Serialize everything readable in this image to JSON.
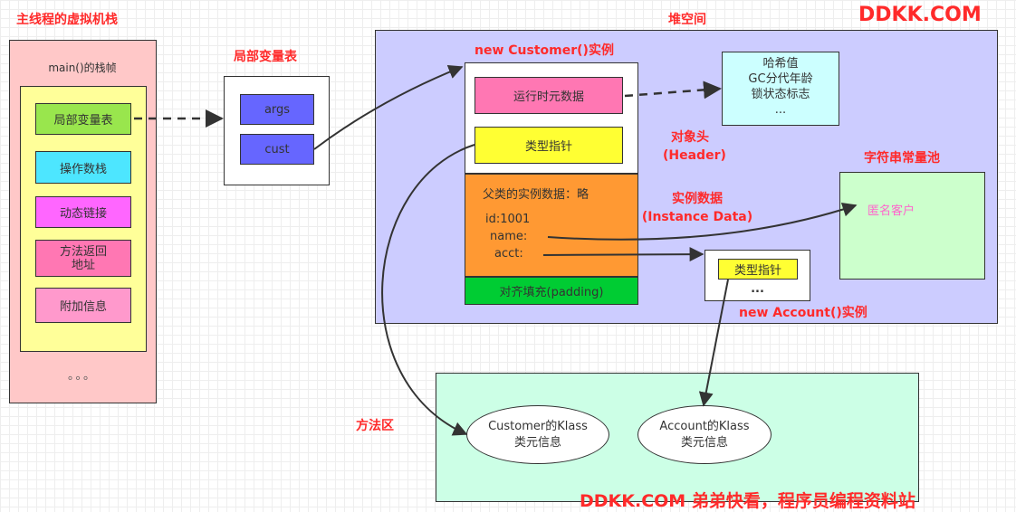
{
  "labels": {
    "main_thread_vm": "主线程的虚拟机栈",
    "local_var_table_title": "局部变量表",
    "heap_space": "堆空间",
    "brand": "DDKK.COM",
    "new_customer": "new Customer()实例",
    "object_header_line1": "对象头",
    "object_header_line2": "(Header)",
    "string_pool": "字符串常量池",
    "instance_data_line1": "实例数据",
    "instance_data_line2": "(Instance Data)",
    "new_account": "new Account()实例",
    "method_area": "方法区",
    "footer": "DDKK.COM 弟弟快看，程序员编程资料站"
  },
  "stack": {
    "frame_title": "main()的栈帧",
    "items": [
      "局部变量表",
      "操作数栈",
      "动态链接",
      "方法返回\n地址",
      "附加信息"
    ],
    "ellipsis": "。。。"
  },
  "locals": {
    "items": [
      "args",
      "cust"
    ]
  },
  "customer": {
    "runtime_meta": "运行时元数据",
    "type_pointer": "类型指针",
    "parent_data": "父类的实例数据：略",
    "fields": [
      "id:1001",
      "name:",
      "acct:"
    ],
    "padding": "对齐填充(padding)"
  },
  "header_meta": {
    "lines": [
      "哈希值",
      "GC分代年龄",
      "锁状态标志",
      "..."
    ]
  },
  "string_pool": {
    "value": "匿名客户"
  },
  "account": {
    "type_pointer": "类型指针",
    "ellipsis": "..."
  },
  "klass": {
    "customer": [
      "Customer的Klass",
      "类元信息"
    ],
    "account": [
      "Account的Klass",
      "类元信息"
    ]
  },
  "colors": {
    "stack_bg": "#ffc8c8",
    "frame_bg": "#ffff99",
    "heap_bg": "#ccccff",
    "method_bg": "#ccffe6",
    "orange": "#ff9933",
    "pink": "#ff77b3",
    "yellow": "#ffff33",
    "green": "#00cc33",
    "blue_box": "#6666ff",
    "lime": "#99e64d",
    "cyan": "#4de6ff",
    "magenta": "#ff66ff",
    "light_pink": "#ff99cc",
    "meta_bg": "#ccffff",
    "pool_bg": "#ccffcc"
  }
}
